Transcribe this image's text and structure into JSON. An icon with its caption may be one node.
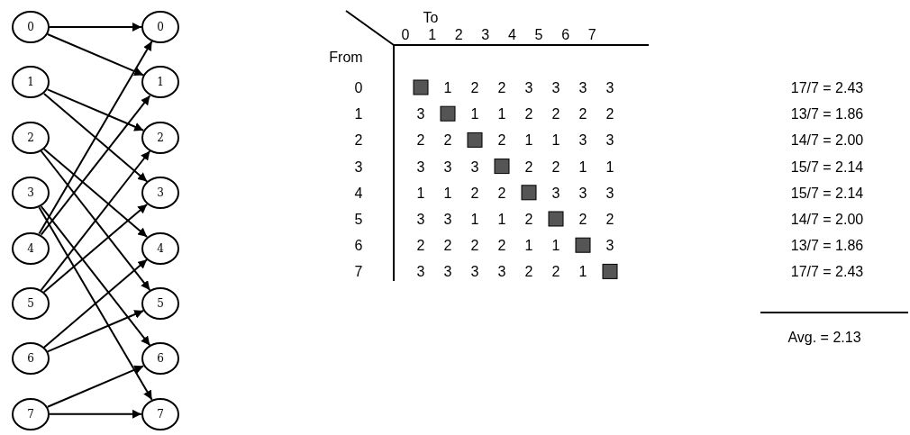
{
  "diagram": {
    "nodes": [
      {
        "text": [
          "0"
        ]
      },
      {
        "text": [
          "1"
        ]
      },
      {
        "text": [
          "2"
        ]
      },
      {
        "text": [
          "3"
        ]
      },
      {
        "text": [
          "4"
        ]
      },
      {
        "text": [
          "5"
        ]
      },
      {
        "text": [
          "6"
        ]
      },
      {
        "text": [
          "7"
        ]
      },
      {
        "text": [
          "0"
        ]
      },
      {
        "text": [
          "1"
        ]
      },
      {
        "text": [
          "2"
        ]
      },
      {
        "text": [
          "3"
        ]
      },
      {
        "text": [
          "4"
        ]
      },
      {
        "text": [
          "5"
        ]
      },
      {
        "text": [
          "6"
        ]
      },
      {
        "text": [
          "7"
        ]
      }
    ],
    "edges": [
      {
        "from": 0,
        "to": 8,
        "arrow": "to"
      },
      {
        "from": 0,
        "to": 9,
        "arrow": "to"
      },
      {
        "from": 1,
        "to": 10,
        "arrow": "to"
      },
      {
        "from": 1,
        "to": 11,
        "arrow": "to"
      },
      {
        "from": 2,
        "to": 12,
        "arrow": "to"
      },
      {
        "from": 2,
        "to": 13,
        "arrow": "to"
      },
      {
        "from": 3,
        "to": 14,
        "arrow": "to"
      },
      {
        "from": 3,
        "to": 15,
        "arrow": "to"
      },
      {
        "from": 4,
        "to": 8,
        "arrow": "to"
      },
      {
        "from": 4,
        "to": 9,
        "arrow": "to"
      },
      {
        "from": 5,
        "to": 10,
        "arrow": "to"
      },
      {
        "from": 5,
        "to": 11,
        "arrow": "to"
      },
      {
        "from": 6,
        "to": 12,
        "arrow": "to"
      },
      {
        "from": 6,
        "to": 13,
        "arrow": "to"
      },
      {
        "from": 7,
        "to": 14,
        "arrow": "to"
      },
      {
        "from": 7,
        "to": 15,
        "arrow": "to"
      }
    ],
    "labels": [
      "To",
      "0",
      "1",
      "2",
      "3",
      "4",
      "5",
      "6",
      "7",
      "From",
      "0",
      "1",
      "2",
      "2",
      "3",
      "3",
      "3",
      "3",
      "17/7 = 2.43",
      "1",
      "3",
      "1",
      "1",
      "2",
      "2",
      "2",
      "2",
      "13/7 = 1.86",
      "2",
      "2",
      "2",
      "2",
      "1",
      "1",
      "3",
      "3",
      "14/7 = 2.00",
      "3",
      "3",
      "3",
      "3",
      "2",
      "2",
      "1",
      "1",
      "15/7 = 2.14",
      "4",
      "1",
      "1",
      "2",
      "2",
      "3",
      "3",
      "3",
      "15/7 = 2.14",
      "5",
      "3",
      "3",
      "1",
      "1",
      "2",
      "2",
      "2",
      "14/7 = 2.00",
      "6",
      "2",
      "2",
      "2",
      "2",
      "1",
      "1",
      "3",
      "13/7 = 1.86",
      "7",
      "3",
      "3",
      "3",
      "3",
      "2",
      "2",
      "1",
      "17/7 = 2.43",
      "Avg. = 2.13"
    ]
  }
}
